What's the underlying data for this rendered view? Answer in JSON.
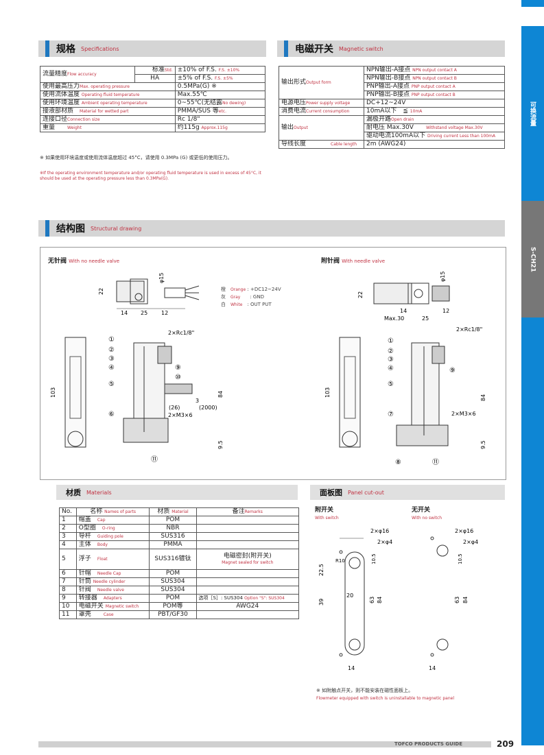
{
  "sidebar": {
    "tab1": "可换流量",
    "tab2": "S-CH21"
  },
  "specs": {
    "title": "规格",
    "title_en": "Specifications",
    "rows": [
      {
        "label": "流量精度",
        "label_en": "Flow accuracy",
        "sub1": "标准",
        "sub1_en": "Std.",
        "v1": "±10% of F.S.",
        "v1_en": "F.S. ±10%",
        "sub2": "HA",
        "v2": "±5% of F.S.",
        "v2_en": "F.S. ±5%"
      },
      {
        "label": "使用最高压力",
        "label_en": "Max. operating pressure",
        "value": "0.5MPa(G) ※"
      },
      {
        "label": "使用流体温度",
        "label_en": "Operating fluid temperature",
        "value": "Max.55℃"
      },
      {
        "label": "使用环境温度",
        "label_en": "Ambient operating temperature",
        "value": "0~55℃(无结露",
        "value_en": "No dewing)"
      },
      {
        "label": "接液部材质",
        "label_en": "Material for wetted part",
        "value": "PMMA/SUS 等",
        "value_en": "etc."
      },
      {
        "label": "连接口径",
        "label_en": "Connection size",
        "value": "Rc 1/8\""
      },
      {
        "label": "重量",
        "label_en": "Weight",
        "value": "约115g",
        "value_en": "Approx.115g"
      }
    ],
    "note_cn": "※ 如果使用环境温度或使用流体温度超过 45°C，请使用 0.3MPa (G) 或更低的使用压力。",
    "note_en": "※If the operating environment temperature and/or operating fluid temperature is used in excess of 45°C, it should be used at the operating pressure less than 0.3MPa(G)."
  },
  "switch": {
    "title": "电磁开关",
    "title_en": "Magnetic switch",
    "output_form": "输出形式",
    "output_form_en": "Output form",
    "forms": [
      [
        "NPN输出-A接点",
        "NPN output contact A"
      ],
      [
        "NPN输出-B接点",
        "NPN output contact B"
      ],
      [
        "PNP输出-A接点",
        "PNP output contact A"
      ],
      [
        "PNP输出-B接点",
        "PNP output contact B"
      ]
    ],
    "rows": [
      {
        "label": "电源电压",
        "label_en": "Power supply voltage",
        "value": "DC+12~24V"
      },
      {
        "label": "消费电流",
        "label_en": "Current consumption",
        "value": "10mA以下　≦",
        "value_en": "10mA"
      }
    ],
    "output": "输出",
    "output_en": "Output",
    "outputs": [
      [
        "漏极开路",
        "Open drain"
      ],
      [
        "耐电压 Max.30V",
        "Withstand voltage Max.30V"
      ],
      [
        "驱动电流100mA以下",
        "Driving current Less than 100mA"
      ]
    ],
    "cable": "导线长度",
    "cable_en": "Cable length",
    "cable_value": "2m (AWG24)"
  },
  "structure": {
    "title": "结构图",
    "title_en": "Structural drawing",
    "left_label": "无针阀",
    "left_label_en": "With no needle valve",
    "right_label": "附针阀",
    "right_label_en": "With needle valve",
    "wires": [
      {
        "cn": "橙",
        "en": "Orange",
        "v": ": +DC12~24V"
      },
      {
        "cn": "灰",
        "en": "Gray",
        "v": ": GND"
      },
      {
        "cn": "白",
        "en": "White",
        "v": ": OUT PUT"
      }
    ],
    "dims": {
      "d15": "φ15",
      "d22": "22",
      "d14": "14",
      "d25": "25",
      "d12": "12",
      "rc": "2×Rc1/8\"",
      "d103": "103",
      "d84": "84",
      "d3": "3",
      "d26": "(26)",
      "d2000": "(2000)",
      "m3": "2×M3×6",
      "d95": "9.5",
      "max30": "Max.30"
    },
    "callouts": [
      "①",
      "②",
      "③",
      "④",
      "⑤",
      "⑥",
      "⑦",
      "⑧",
      "⑨",
      "⑩",
      "⑪"
    ]
  },
  "materials": {
    "title": "材质",
    "title_en": "Materials",
    "headers": [
      "No.",
      "名称",
      "Names of parts",
      "材质",
      "Material",
      "备注",
      "Remarks"
    ],
    "rows": [
      {
        "no": "1",
        "cn": "帽盖",
        "en": "Cap",
        "mat": "POM",
        "rem": ""
      },
      {
        "no": "2",
        "cn": "O型圈",
        "en": "O-ring",
        "mat": "NBR",
        "rem": ""
      },
      {
        "no": "3",
        "cn": "导杆",
        "en": "Guiding pole",
        "mat": "SUS316",
        "rem": ""
      },
      {
        "no": "4",
        "cn": "主体",
        "en": "Body",
        "mat": "PMMA",
        "rem": ""
      },
      {
        "no": "5",
        "cn": "浮子",
        "en": "Float",
        "mat": "SUS316镀钛",
        "rem": "电磁密封(附开关)",
        "rem_en": "Magnet sealed for switch"
      },
      {
        "no": "6",
        "cn": "针帽",
        "en": "Needle Cap",
        "mat": "POM",
        "rem": ""
      },
      {
        "no": "7",
        "cn": "针筒",
        "en": "Needle cylinder",
        "mat": "SUS304",
        "rem": ""
      },
      {
        "no": "8",
        "cn": "针阀",
        "en": "Needle valve",
        "mat": "SUS304",
        "rem": ""
      },
      {
        "no": "9",
        "cn": "转接器",
        "en": "Adapters",
        "mat": "POM",
        "rem": "选项［S］: SUS304",
        "rem_en": "Option \"S\": SUS304"
      },
      {
        "no": "10",
        "cn": "电磁开关",
        "en": "Magnetic switch",
        "mat": "POM等",
        "rem": "AWG24"
      },
      {
        "no": "11",
        "cn": "罩壳",
        "en": "Case",
        "mat": "PBT/GF30",
        "rem": ""
      }
    ]
  },
  "panel": {
    "title": "面板图",
    "title_en": "Panel cut-out",
    "left": "附开关",
    "left_en": "With switch",
    "right": "无开关",
    "right_en": "With no switch",
    "dims": {
      "d16": "2×φ16",
      "d4": "2×φ4",
      "r10": "R10",
      "d22_5": "22.5",
      "d10_5": "10.5",
      "d39": "39",
      "d20": "20",
      "d63": "63",
      "d84": "84",
      "d14": "14"
    },
    "note_cn": "※ 如附触点开关，则不能安装在磁性面板上。",
    "note_en": "Flowmeter equipped with switch is uninstallable to magnetic panel"
  },
  "footer": {
    "guide": "TOFCO PRODUCTS GUIDE",
    "page": "209"
  }
}
